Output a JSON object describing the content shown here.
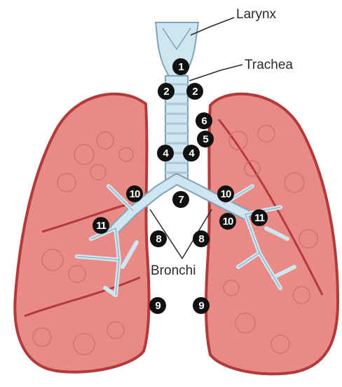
{
  "labels": {
    "larynx": "Larynx",
    "trachea": "Trachea",
    "bronchi": "Bronchi"
  },
  "markers": [
    "1",
    "2",
    "2",
    "6",
    "5",
    "4",
    "4",
    "10",
    "7",
    "10",
    "11",
    "10",
    "11",
    "8",
    "8",
    "9",
    "9"
  ],
  "colors": {
    "lung_fill": "#e98a86",
    "lung_outline": "#b23a38",
    "airway": "#cfe6f1",
    "airway_outline": "#7fa3b6",
    "marker": "#111111"
  }
}
